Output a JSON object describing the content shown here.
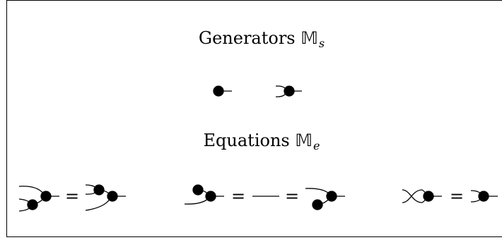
{
  "generators": {
    "title": "Generators",
    "symbol": "𝕄",
    "subscript": "s"
  },
  "equations": {
    "title": "Equations",
    "symbol": "𝕄",
    "subscript": "e",
    "equals_sign": "="
  },
  "colors": {
    "stroke": "#000000",
    "fill": "#000000",
    "background": "#ffffff"
  }
}
